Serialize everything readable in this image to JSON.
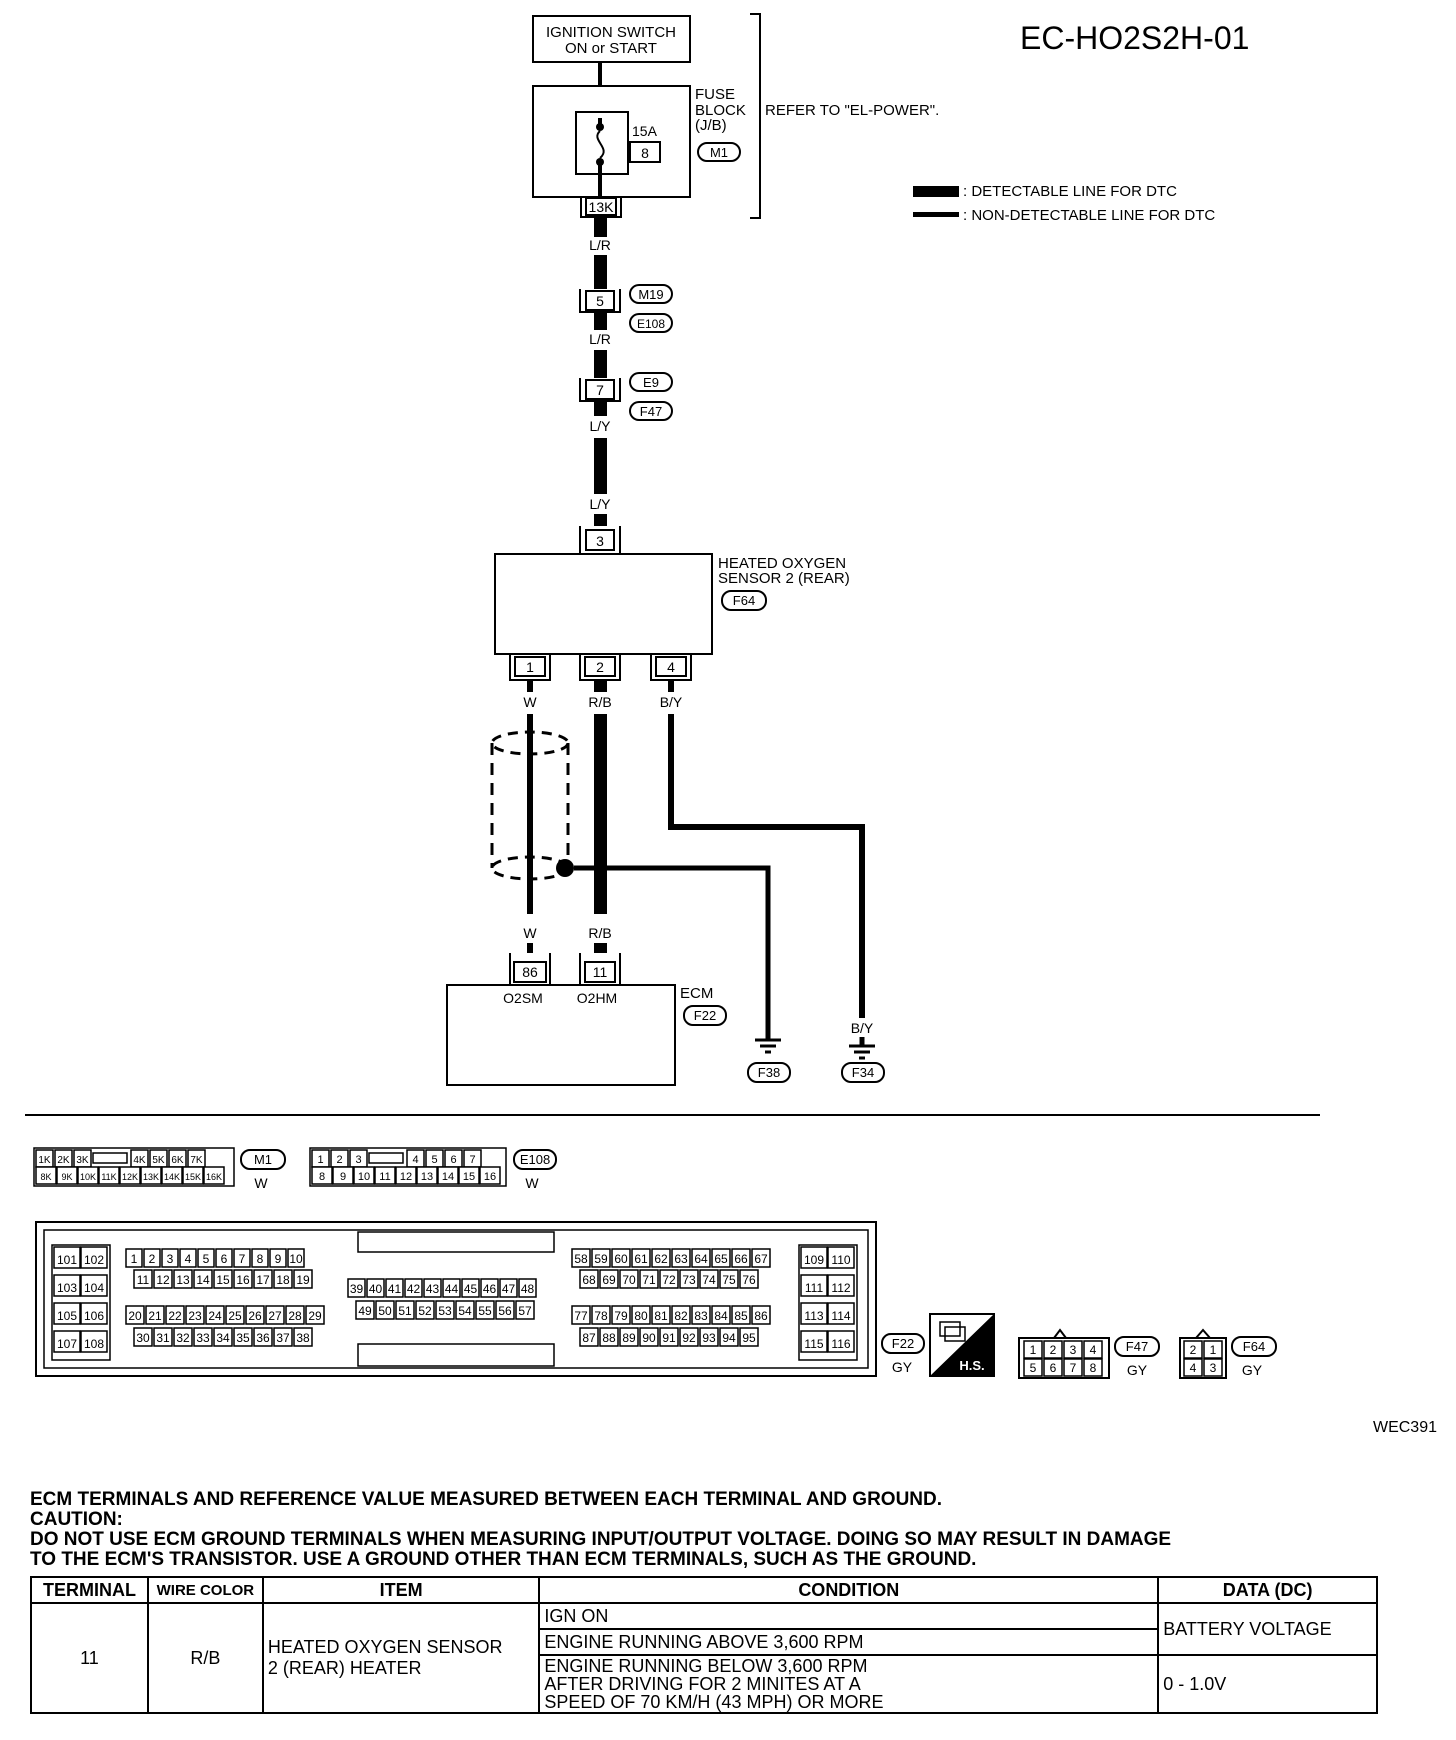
{
  "diagram_code": "EC-HO2S2H-01",
  "figure_id": "WEC391",
  "ignition": {
    "line1": "IGNITION SWITCH",
    "line2": "ON or START"
  },
  "fuse_block": {
    "label1": "FUSE",
    "label2": "BLOCK",
    "label3": "(J/B)",
    "connector": "M1",
    "amps": "15A",
    "fuse_no": "8",
    "terminal": "13K",
    "refer": "REFER TO \"EL-POWER\"."
  },
  "legend": {
    "detectable": ": DETECTABLE LINE FOR DTC",
    "non_detectable": ": NON-DETECTABLE LINE FOR DTC"
  },
  "wires": {
    "lr_1": "L/R",
    "lr_2": "L/R",
    "ly_1": "L/Y",
    "ly_2": "L/Y",
    "w_1": "W",
    "rb_1": "R/B",
    "by_1": "B/Y",
    "w_2": "W",
    "rb_2": "R/B",
    "by_2": "B/Y"
  },
  "inline_connectors": {
    "c1": {
      "pin": "5",
      "a": "M19",
      "b": "E108"
    },
    "c2": {
      "pin": "7",
      "a": "E9",
      "b": "F47"
    }
  },
  "sensor": {
    "label1": "HEATED OXYGEN",
    "label2": "SENSOR 2 (REAR)",
    "connector": "F64",
    "top_pin": "3",
    "pin1": "1",
    "pin2": "2",
    "pin4": "4"
  },
  "ecm": {
    "label": "ECM",
    "connector": "F22",
    "pin_a": "86",
    "pin_a_name": "O2SM",
    "pin_b": "11",
    "pin_b_name": "O2HM"
  },
  "grounds": {
    "g1": "F38",
    "g2": "F34"
  },
  "connector_views": {
    "m1": {
      "top": [
        "1K",
        "2K",
        "3K",
        "4K",
        "5K",
        "6K",
        "7K"
      ],
      "bottom": [
        "8K",
        "9K",
        "10K",
        "11K",
        "12K",
        "13K",
        "14K",
        "15K",
        "16K"
      ],
      "id": "M1",
      "color": "W"
    },
    "e108": {
      "top": [
        "1",
        "2",
        "3",
        "4",
        "5",
        "6",
        "7"
      ],
      "bottom": [
        "8",
        "9",
        "10",
        "11",
        "12",
        "13",
        "14",
        "15",
        "16"
      ],
      "id": "E108",
      "color": "W"
    },
    "ecm_left": [
      [
        "101",
        "102"
      ],
      [
        "103",
        "104"
      ],
      [
        "105",
        "106"
      ],
      [
        "107",
        "108"
      ]
    ],
    "ecm_g1_r1": [
      "1",
      "2",
      "3",
      "4",
      "5",
      "6",
      "7",
      "8",
      "9",
      "10"
    ],
    "ecm_g1_r2": [
      "11",
      "12",
      "13",
      "14",
      "15",
      "16",
      "17",
      "18",
      "19"
    ],
    "ecm_g1_r3": [
      "20",
      "21",
      "22",
      "23",
      "24",
      "25",
      "26",
      "27",
      "28",
      "29"
    ],
    "ecm_g1_r4": [
      "30",
      "31",
      "32",
      "33",
      "34",
      "35",
      "36",
      "37",
      "38"
    ],
    "ecm_mid_r1": [
      "39",
      "40",
      "41",
      "42",
      "43",
      "44",
      "45",
      "46",
      "47",
      "48"
    ],
    "ecm_mid_r2": [
      "49",
      "50",
      "51",
      "52",
      "53",
      "54",
      "55",
      "56",
      "57"
    ],
    "ecm_g2_r1": [
      "58",
      "59",
      "60",
      "61",
      "62",
      "63",
      "64",
      "65",
      "66",
      "67"
    ],
    "ecm_g2_r2": [
      "68",
      "69",
      "70",
      "71",
      "72",
      "73",
      "74",
      "75",
      "76"
    ],
    "ecm_g2_r3": [
      "77",
      "78",
      "79",
      "80",
      "81",
      "82",
      "83",
      "84",
      "85",
      "86"
    ],
    "ecm_g2_r4": [
      "87",
      "88",
      "89",
      "90",
      "91",
      "92",
      "93",
      "94",
      "95"
    ],
    "ecm_right": [
      [
        "109",
        "110"
      ],
      [
        "111",
        "112"
      ],
      [
        "113",
        "114"
      ],
      [
        "115",
        "116"
      ]
    ],
    "ecm_id": "F22",
    "ecm_color": "GY",
    "hs_label": "H.S.",
    "f47": {
      "top": [
        "1",
        "2",
        "3",
        "4"
      ],
      "bottom": [
        "5",
        "6",
        "7",
        "8"
      ],
      "id": "F47",
      "color": "GY"
    },
    "f64": {
      "top": [
        "2",
        "1"
      ],
      "bottom": [
        "4",
        "3"
      ],
      "id": "F64",
      "color": "GY"
    }
  },
  "notes": {
    "line1": "ECM TERMINALS AND REFERENCE VALUE MEASURED BETWEEN EACH TERMINAL AND GROUND.",
    "line2": "CAUTION:",
    "line3": "DO NOT USE ECM GROUND TERMINALS WHEN MEASURING INPUT/OUTPUT VOLTAGE. DOING SO MAY RESULT IN DAMAGE",
    "line4": "TO THE ECM'S TRANSISTOR. USE A GROUND OTHER THAN ECM TERMINALS, SUCH AS THE GROUND."
  },
  "table": {
    "headers": [
      "TERMINAL",
      "WIRE COLOR",
      "ITEM",
      "CONDITION",
      "DATA (DC)"
    ],
    "terminal": "11",
    "wire_color": "R/B",
    "item_line1": "HEATED OXYGEN SENSOR",
    "item_line2": "2 (REAR) HEATER",
    "cond1": "IGN ON",
    "cond2": "ENGINE RUNNING ABOVE 3,600 RPM",
    "cond3_line1": "ENGINE RUNNING BELOW 3,600 RPM",
    "cond3_line2": "AFTER DRIVING FOR 2 MINITES AT A",
    "cond3_line3": "SPEED OF 70 KM/H (43 MPH) OR MORE",
    "data1": "BATTERY VOLTAGE",
    "data2": "0 - 1.0V"
  }
}
